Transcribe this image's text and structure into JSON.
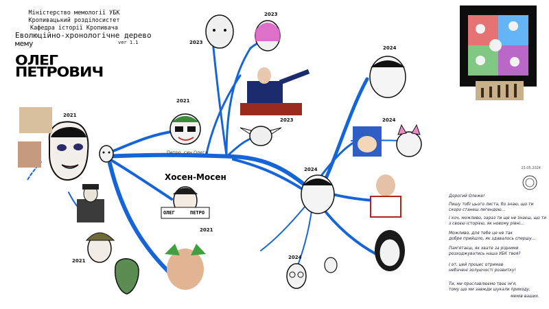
{
  "header": {
    "lines": [
      "Міністерство мемології УБК",
      "Кропивацький розділосистет",
      "Кафедра історії Кропивача"
    ],
    "title_line1": "Еволюційно-хронологічне дерево",
    "title_line2": "мему",
    "version": "ver 1.1"
  },
  "logo": {
    "line1": "ОЛЕГ",
    "line2": "ПЕТРОВИЧ"
  },
  "years": {
    "y2021_left": "2021",
    "y2021_joker": "2021",
    "y2021_hosen": "2021",
    "y2021_bottom_left": "2021",
    "y2023_top_left": "2023",
    "y2023_top_right": "2023",
    "y2023_yoda": "2023",
    "y2024_top": "2024",
    "y2024_sonic": "2024",
    "y2024_center": "2024",
    "y2024_bottom": "2024"
  },
  "labels": {
    "petro_son": "Петро, син Олега",
    "hosen": "Хосен-Мосен",
    "sign_left": "ОЛЕГ",
    "sign_right": "ПЕТРО"
  },
  "letter": {
    "date": "23.05.2024",
    "lines": [
      "Дорогий Олеже!",
      "Пишу тобі цього листа, бо знаю, що ти",
      "скоро станеш легендою...",
      "І хоч, можливо, зараз ти ще не знаєш, що ти",
      "з своєю історією, як новому рівні...",
      "Можливо, для тебе це не так",
      "добре прийшло, як здавалось спершу...",
      "Пам'ятаєш, як хвате за рідними",
      "розходжуватись наша УБК твоя?",
      "І от, цей процес отримав",
      "небачені золуючості розвитку!",
      "Ти, ми прославлюємо твоє ім'я,",
      "тому що ми завжди шукали приходу,",
      "мемів ваших."
    ]
  },
  "colors": {
    "branch": "#1565d8",
    "ink": "#111111"
  }
}
